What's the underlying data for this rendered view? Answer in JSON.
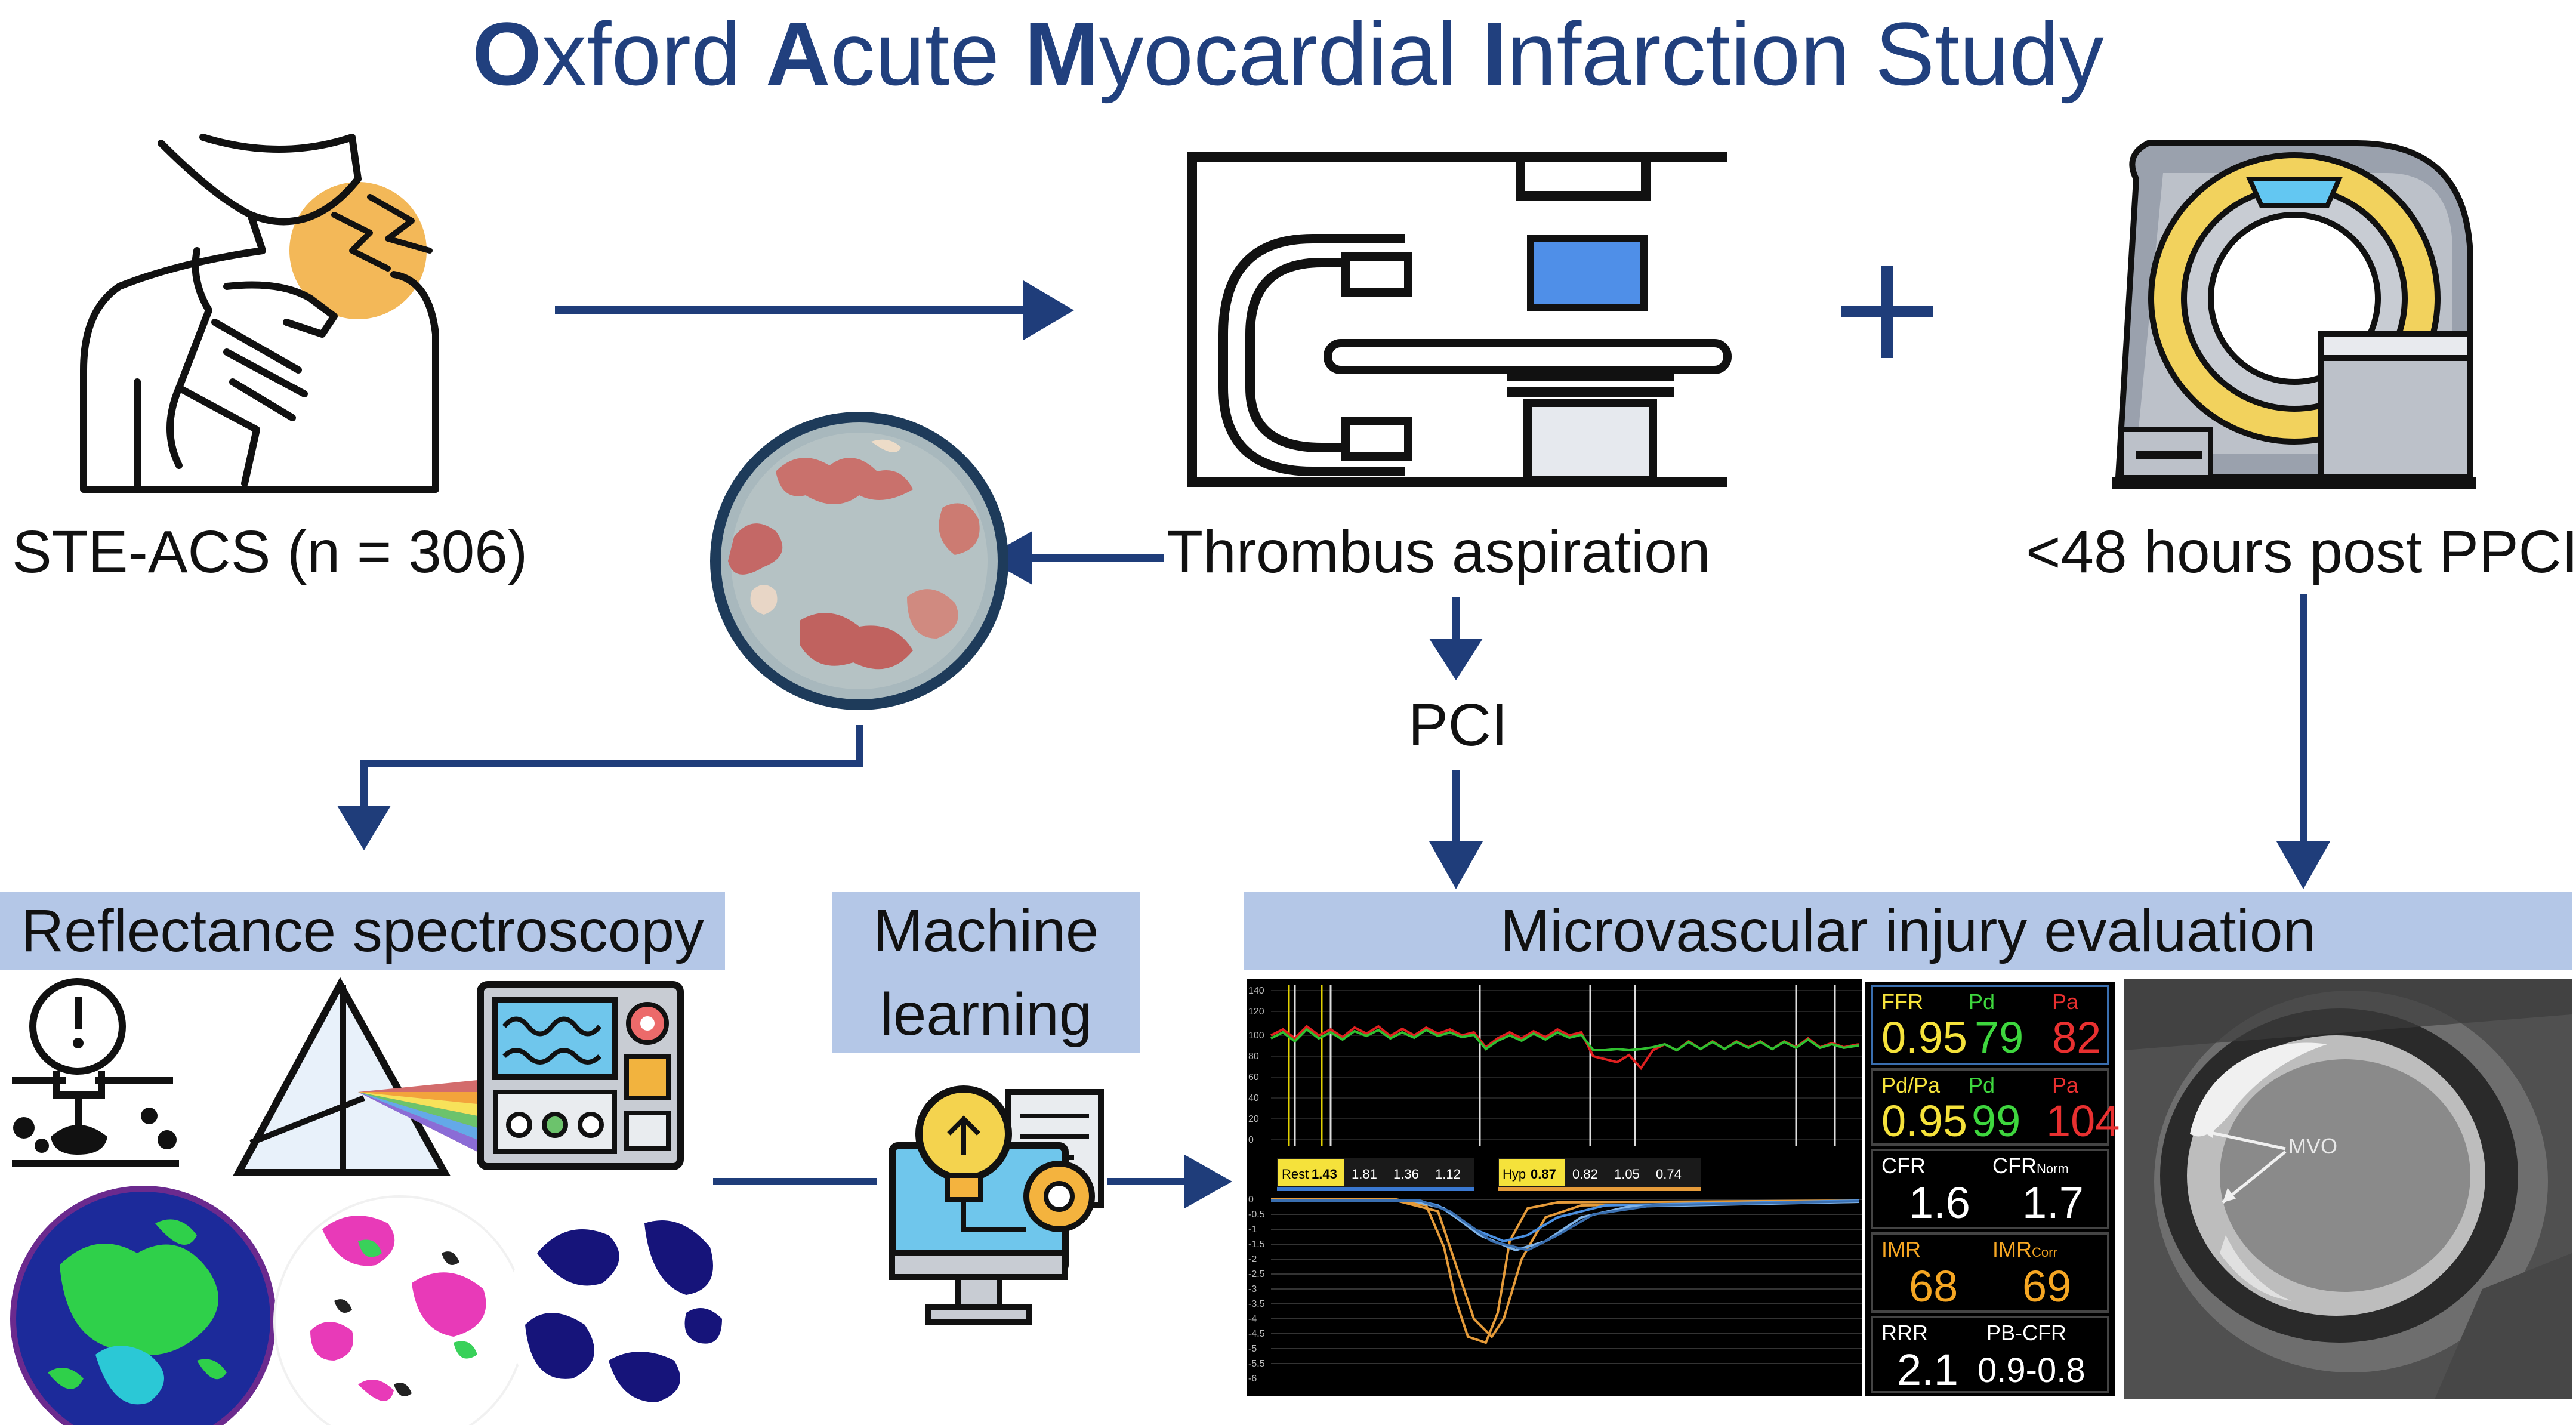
{
  "title": {
    "parts": [
      {
        "bold": "O",
        "rest": "xford "
      },
      {
        "bold": "A",
        "rest": "cute "
      },
      {
        "bold": "M",
        "rest": "yocardial "
      },
      {
        "bold": "I",
        "rest": "nfarction Study"
      }
    ]
  },
  "labels": {
    "ste_acs": "STE-ACS (n = 306)",
    "thrombus": "Thrombus aspiration",
    "post_ppci": "<48 hours post PPCI",
    "pci": "PCI",
    "plus": "+"
  },
  "bands": {
    "reflectance": "Reflectance spectroscopy",
    "machine_learning": "Machine learning",
    "microvascular": "Microvascular injury evaluation"
  },
  "tracing": {
    "y_ticks_top": [
      "140",
      "120",
      "100",
      "80",
      "60",
      "40",
      "20",
      "0"
    ],
    "y_ticks_bottom": [
      "0",
      "-0.5",
      "-1",
      "-1.5",
      "-2",
      "-2.5",
      "-3",
      "-3.5",
      "-4",
      "-4.5",
      "-5",
      "-5.5",
      "-6"
    ],
    "rest_label": "Rest",
    "rest_values": [
      "1.43",
      "1.81",
      "1.36",
      "1.12"
    ],
    "hyp_label": "Hyp",
    "hyp_values": [
      "0.87",
      "0.82",
      "1.05",
      "0.74"
    ]
  },
  "panel": {
    "ffr": {
      "k1": "FFR",
      "k2": "Pd",
      "k3": "Pa",
      "v1": "0.95",
      "v2": "79",
      "v3": "82"
    },
    "pdpa": {
      "k1": "Pd/Pa",
      "k2": "Pd",
      "k3": "Pa",
      "v1": "0.95",
      "v2": "99",
      "v3": "104"
    },
    "cfr": {
      "k1": "CFR",
      "k2": "CFR",
      "k2sub": "Norm",
      "v1": "1.6",
      "v2": "1.7"
    },
    "imr": {
      "k1": "IMR",
      "k2": "IMR",
      "k2sub": "Corr",
      "v1": "68",
      "v2": "69"
    },
    "rrr": {
      "k1": "RRR",
      "k2": "PB-CFR",
      "v1": "2.1",
      "v2": "0.9-0.8"
    }
  },
  "mri": {
    "annotation": "MVO"
  },
  "colors": {
    "title": "#21407e",
    "arrow": "#1f3d7a",
    "band": "#b4c7e7",
    "panel_yellow": "#f5e23b",
    "panel_green": "#3ed63e",
    "panel_red": "#e83030",
    "panel_orange": "#f5a623"
  },
  "icons": [
    "person-chest-pain-icon",
    "cath-lab-icon",
    "mri-scanner-icon",
    "petri-dish-icon",
    "optics-icon",
    "prism-icon",
    "oscilloscope-icon",
    "ml-computer-icon"
  ]
}
